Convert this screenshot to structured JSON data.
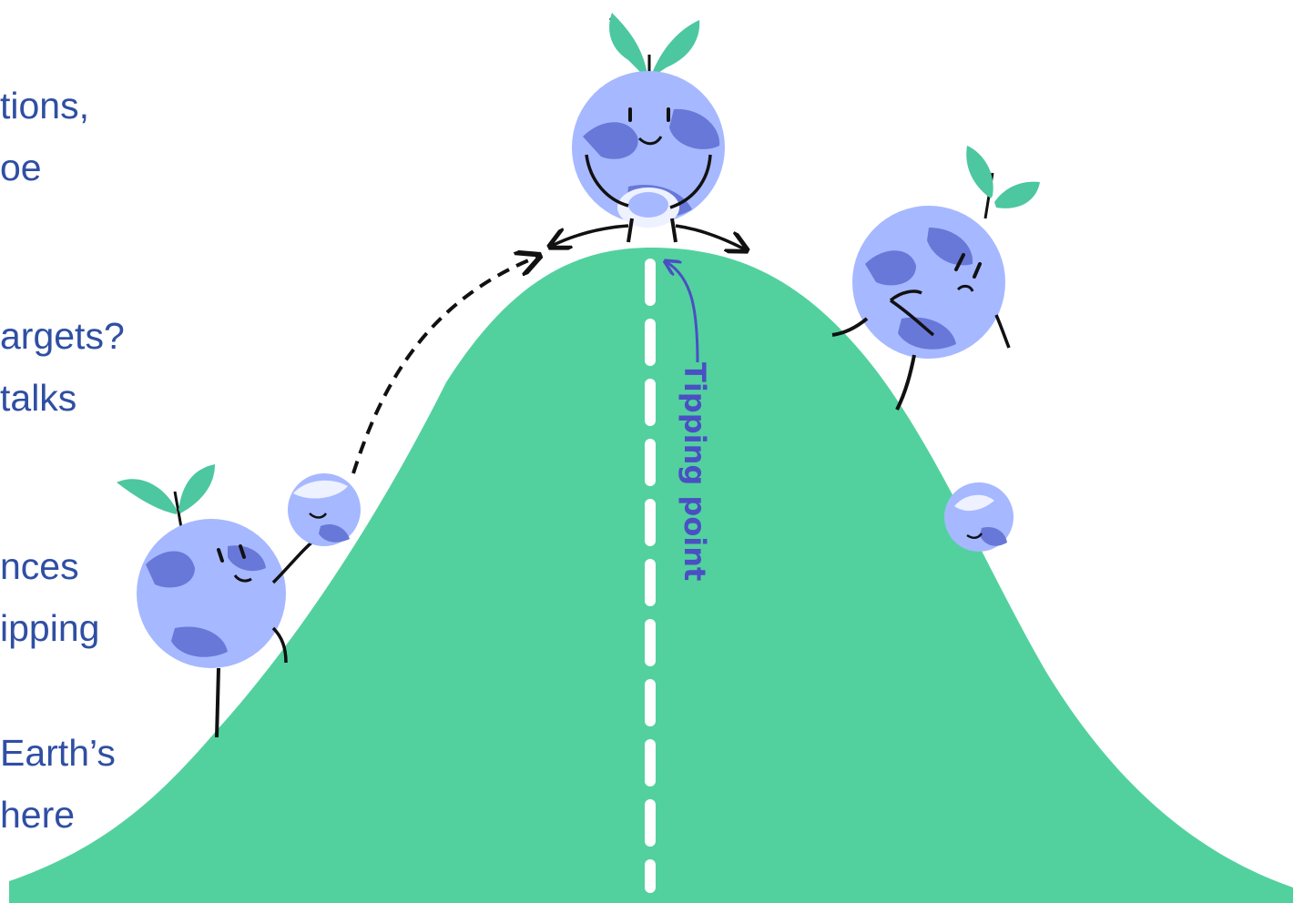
{
  "side_text_lines": [
    "tions,",
    "oe",
    "argets?",
    " talks",
    "nces",
    "ipping",
    "Earth’s",
    "here"
  ],
  "diagram": {
    "tipping_label": "Tipping point",
    "colors": {
      "hill": "#52d19e",
      "text": "#2f4fa3",
      "label": "#4a4fc4",
      "planet": "#a6b8ff",
      "planet_patch": "#6878d8",
      "sprout": "#4cc7a0",
      "ink": "#111111"
    }
  }
}
